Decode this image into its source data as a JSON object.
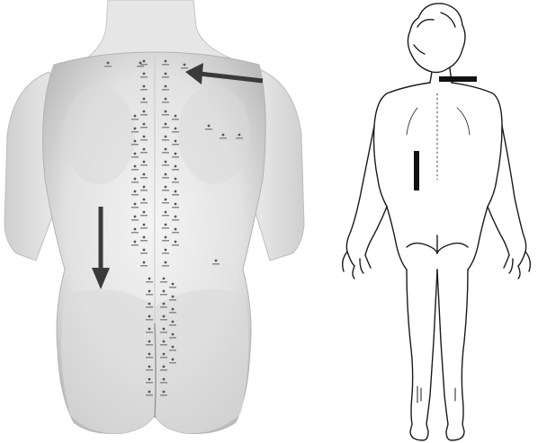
{
  "colors": {
    "skin_light": "#ededed",
    "skin_mid": "#d6d6d6",
    "skin_dark": "#a9a9a9",
    "outline": "#1a1a1a",
    "marker": "#2b2b2b",
    "background": "#ffffff"
  },
  "left_figure": {
    "description_icon": "human-back-torso",
    "arrows": [
      "arrow-left-upper-back",
      "arrow-down-lower-back"
    ]
  },
  "right_figure": {
    "description_icon": "human-back-outline",
    "bars": [
      "horizontal-bar-neck",
      "vertical-bar-mid-back"
    ]
  }
}
